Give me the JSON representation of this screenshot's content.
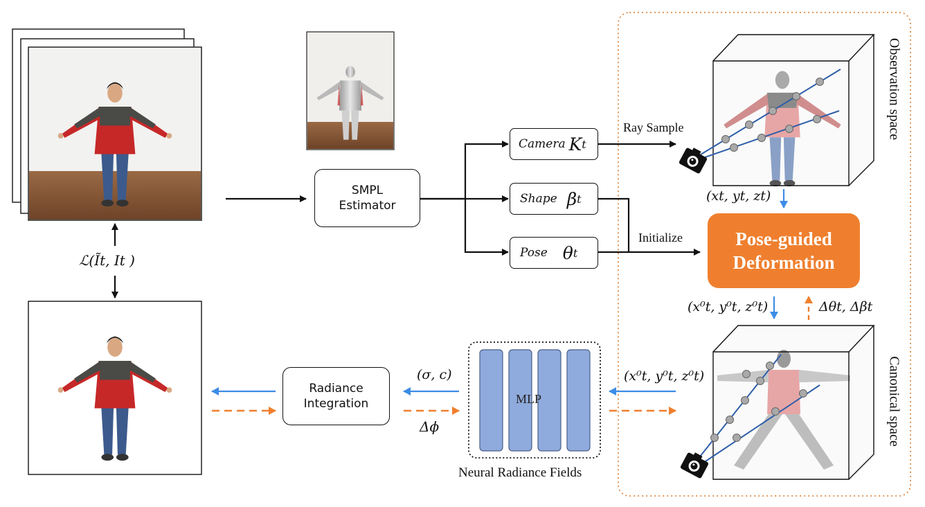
{
  "nodes": {
    "smpl_estimator": "SMPL\nEstimator",
    "camera": {
      "name": "Camera",
      "symbol": "K",
      "sub": "t"
    },
    "shape": {
      "name": "Shape",
      "symbol": "β",
      "sub": "t"
    },
    "pose": {
      "name": "Pose",
      "symbol": "θ",
      "sub": "t"
    },
    "pose_guided_deformation": "Pose-guided\nDeformation",
    "radiance_integration": "Radiance\nIntegration",
    "mlp": "MLP",
    "neural_radiance_fields": "Neural Radiance Fields"
  },
  "edge_labels": {
    "ray_sample": "Ray Sample",
    "initialize": "Initialize",
    "loss": "ℒ(Ĩt, It )",
    "obs_coords": "(xt, yt, zt)",
    "canonical_coords_left": "(x⁰t, y⁰t, z⁰t)",
    "canonical_coords_right": "(x⁰t, y⁰t, z⁰t)",
    "delta_params": "Δθt, Δβt",
    "sigma_c": "(σ, c)",
    "delta_phi": "Δϕ"
  },
  "spaces": {
    "observation": "Observation space",
    "canonical": "Canonical space"
  },
  "colors": {
    "orange": "#ef7f2e",
    "blue": "#3d8ce6",
    "mlp_blue": "#8faadc",
    "dotted_orange": "#e08a45"
  }
}
